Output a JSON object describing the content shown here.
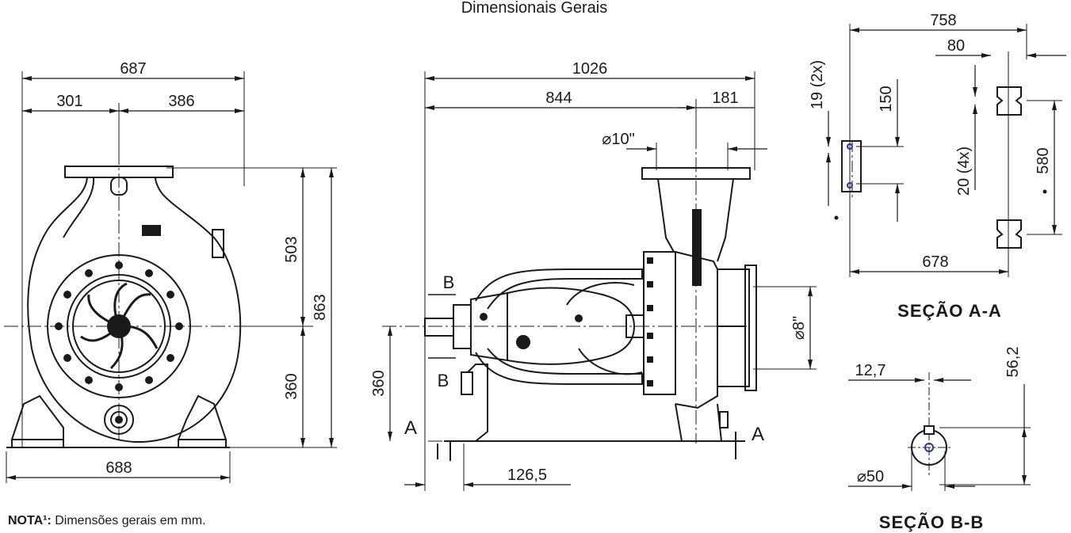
{
  "title": "Dimensionais Gerais",
  "front_view": {
    "overall_width": "687",
    "left_offset": "301",
    "right_offset": "386",
    "top_height": "503",
    "total_height": "863",
    "bottom_height": "360",
    "base_width": "688"
  },
  "side_view": {
    "overall_length": "1026",
    "length_to_discharge": "844",
    "discharge_offset": "181",
    "discharge_diameter": "⌀10\"",
    "suction_diameter": "⌀8\"",
    "shaft_height": "360",
    "foot_offset": "126,5",
    "section_a_left": "A",
    "section_a_right": "A",
    "section_b_top": "B",
    "section_b_bottom": "B"
  },
  "section_a": {
    "label": "SEÇÃO A-A",
    "overall_width": "758",
    "slot_offset": "80",
    "hole_diameter_left": "19 (2x)",
    "hole_spacing_left": "150",
    "hole_diameter_right": "20 (4x)",
    "hole_spacing_right": "580",
    "base_span": "678"
  },
  "section_b": {
    "label": "SEÇÃO B-B",
    "key_width": "12,7",
    "key_height": "56,2",
    "shaft_diameter": "⌀50"
  },
  "note": {
    "label": "NOTA¹:",
    "text": " Dimensões gerais em mm."
  }
}
